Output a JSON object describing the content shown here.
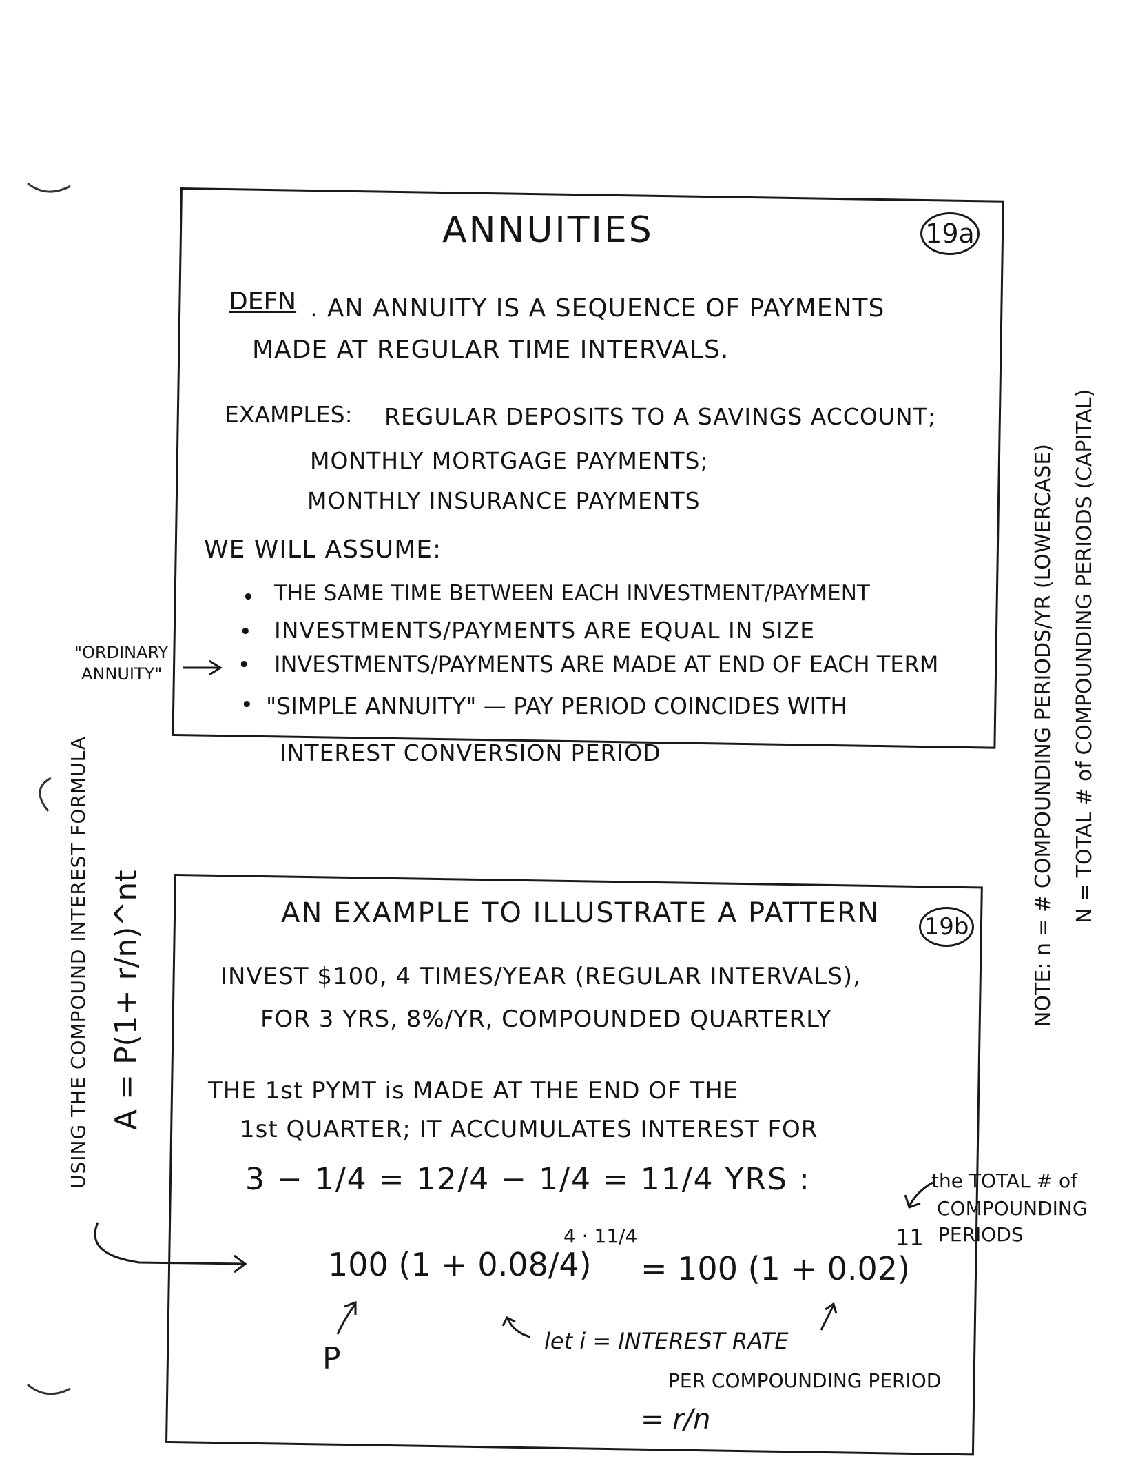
{
  "box_a": {
    "title": "ANNUITIES",
    "page_label": "19a",
    "defn_label": "DEFN",
    "defn_line1": ". AN ANNUITY IS A SEQUENCE OF PAYMENTS",
    "defn_line2": "MADE AT REGULAR TIME INTERVALS.",
    "examples_label": "EXAMPLES:",
    "examples": [
      "REGULAR DEPOSITS TO A SAVINGS ACCOUNT;",
      "MONTHLY MORTGAGE PAYMENTS;",
      "MONTHLY INSURANCE PAYMENTS"
    ],
    "assume_heading": "WE WILL ASSUME:",
    "assumptions": [
      "THE SAME TIME BETWEEN EACH INVESTMENT/PAYMENT",
      "INVESTMENTS/PAYMENTS ARE EQUAL IN SIZE",
      "INVESTMENTS/PAYMENTS ARE MADE AT END OF EACH TERM",
      "\"SIMPLE ANNUITY\" — PAY PERIOD COINCIDES WITH"
    ],
    "assumption_cont": "INTEREST CONVERSION PERIOD",
    "ordinary_note_line1": "\"ORDINARY",
    "ordinary_note_line2": "ANNUITY\""
  },
  "side_left": {
    "line1": "USING THE COMPOUND INTEREST FORMULA",
    "formula": "A = P(1+ r/n)^nt"
  },
  "side_right": {
    "line1": "NOTE: n = # COMPOUNDING PERIODS/YR (LOWERCASE)",
    "line2": "N = TOTAL # of COMPOUNDING PERIODS (CAPITAL)"
  },
  "box_b": {
    "title": "AN EXAMPLE TO ILLUSTRATE A PATTERN",
    "page_label": "19b",
    "line1": "INVEST $100, 4 TIMES/YEAR (REGULAR INTERVALS),",
    "line2": "FOR 3 YRS, 8%/YR, COMPOUNDED QUARTERLY",
    "line3": "THE 1st PYMT is MADE AT THE END OF THE",
    "line4": "1st QUARTER; IT ACCUMULATES INTEREST FOR",
    "eq_lhs": "3 − 1/4 = 12/4 − 1/4 = 11/4 YRS :",
    "eq_main_left": "100 (1 + 0.08/4)",
    "eq_main_exp": "4 · 11/4",
    "eq_main_right": "= 100 (1 + 0.02)",
    "eq_right_exp": "11",
    "note_total_line1": "the TOTAL # of",
    "note_total_line2": "COMPOUNDING",
    "note_total_line3": "PERIODS",
    "p_label": "P",
    "i_note_line1": "let i = INTEREST RATE",
    "i_note_line2": "PER COMPOUNDING PERIOD",
    "i_note_line3": "= r/n"
  }
}
